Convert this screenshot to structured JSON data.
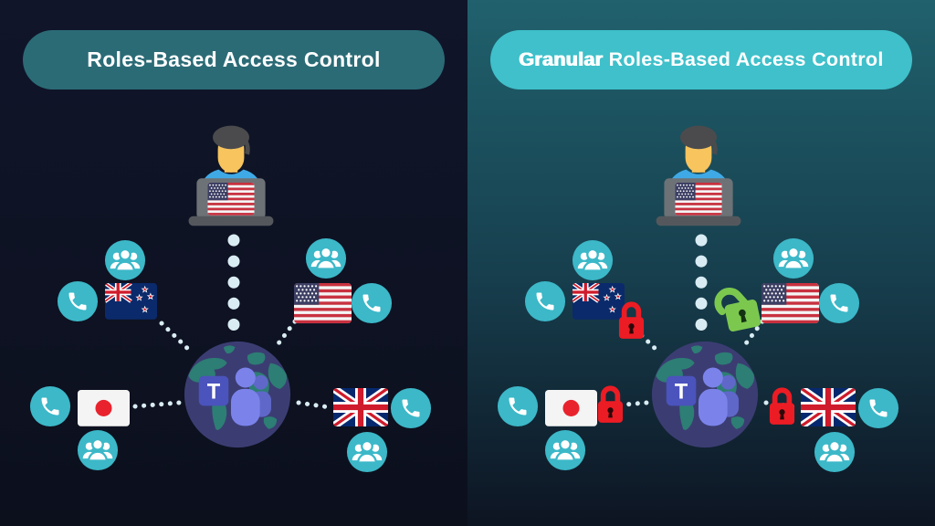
{
  "banners": {
    "left_title": "Roles-Based Access Control",
    "right_title_emphasis": "Granular",
    "right_title_rest": " Roles-Based Access Control"
  },
  "globe": {
    "teams_letter": "T"
  },
  "panels": {
    "left": {
      "title": "Roles-Based Access Control",
      "hub": "microsoft-teams-globe",
      "admin": "user-at-laptop-with-us-flag",
      "spokes": [
        {
          "country": "New Zealand",
          "position": "upper-left",
          "icons": [
            "group",
            "phone"
          ],
          "lock": "none"
        },
        {
          "country": "United States",
          "position": "upper-right",
          "icons": [
            "group",
            "phone"
          ],
          "lock": "none"
        },
        {
          "country": "Japan",
          "position": "lower-left",
          "icons": [
            "phone",
            "group"
          ],
          "lock": "none"
        },
        {
          "country": "United Kingdom",
          "position": "lower-right",
          "icons": [
            "phone",
            "group"
          ],
          "lock": "none"
        }
      ]
    },
    "right": {
      "title": "Granular Roles-Based Access Control",
      "hub": "microsoft-teams-globe",
      "admin": "user-at-laptop-with-us-flag",
      "spokes": [
        {
          "country": "New Zealand",
          "position": "upper-left",
          "icons": [
            "group",
            "phone"
          ],
          "lock": "locked-red"
        },
        {
          "country": "United States",
          "position": "upper-right",
          "icons": [
            "group",
            "phone"
          ],
          "lock": "unlocked-green"
        },
        {
          "country": "Japan",
          "position": "lower-left",
          "icons": [
            "phone",
            "group"
          ],
          "lock": "locked-red"
        },
        {
          "country": "United Kingdom",
          "position": "lower-right",
          "icons": [
            "phone",
            "group"
          ],
          "lock": "locked-red"
        }
      ]
    }
  },
  "icons": {
    "phone-icon": "white telephone handset in teal circle",
    "group-icon": "three white user silhouettes in teal circle",
    "admin-user-at-laptop-icon": "person in blue shirt behind grey laptop with US flag on lid",
    "teams-globe-icon": "globe with Microsoft Teams logo (purple T square and two figures)",
    "red-locked-padlock-icon": "closed red padlock",
    "green-unlocked-padlock-icon": "open green padlock",
    "dotted-connector": "dotted line linking hub and spokes"
  },
  "colors": {
    "left_bg_top": "#10152a",
    "left_bg_bottom": "#0c101d",
    "right_bg_top": "#20616d",
    "right_bg_mid": "#173f4e",
    "right_bg_bottom": "#0d1422",
    "banner_left": "#2b6b76",
    "banner_right": "#3fc0ca",
    "teal": "#3cb8c8",
    "dots": "#d9ecf3",
    "globe_ocean": "#3b3d72",
    "globe_land": "#2d7e74",
    "teams_dark": "#4b53bc",
    "teams_light": "#7b83eb",
    "teams_mid": "#5f68c9",
    "lock_red": "#ec1c24",
    "lock_green": "#7cc84f",
    "skin": "#f7c45e",
    "hair": "#4b4b4d",
    "shirt": "#3fa9e6",
    "laptop": "#6d7277",
    "laptop_dark": "#54585d",
    "us_red": "#c8313f",
    "us_blue": "#3c3f63",
    "nz_blue": "#0b2a6b",
    "uk_blue": "#06286e",
    "uk_red": "#cf1b2b",
    "jp_red": "#e8232d",
    "flag_white": "#f4f4f4"
  }
}
